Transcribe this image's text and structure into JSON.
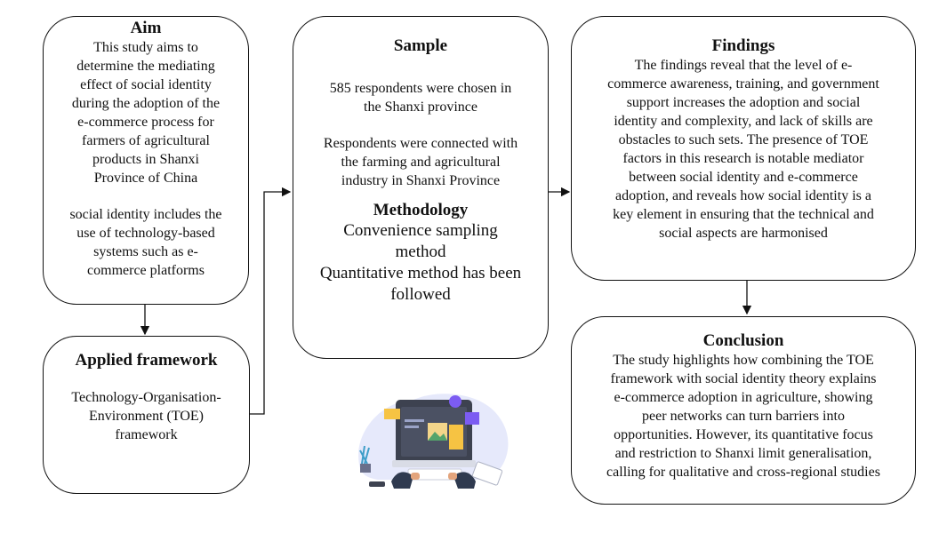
{
  "aim": {
    "title": "Aim",
    "lines1": [
      "This study aims to",
      "determine the mediating",
      "effect of social identity",
      "during the adoption of the",
      "e-commerce process for",
      "farmers of agricultural",
      "products in Shanxi",
      "Province of China"
    ],
    "lines2": [
      "social identity includes the",
      "use of technology-based",
      "systems such as e-",
      "commerce platforms"
    ]
  },
  "framework": {
    "title": "Applied framework",
    "lines": [
      "Technology-Organisation-",
      "Environment (TOE)",
      "framework"
    ]
  },
  "sample": {
    "title": "Sample",
    "lines1": [
      "585 respondents were chosen in",
      "the Shanxi province"
    ],
    "lines2": [
      "Respondents were connected with",
      "the farming and agricultural",
      "industry in Shanxi Province"
    ],
    "methodology_title": "Methodology",
    "methodology_lines": [
      "Convenience sampling",
      "method",
      "Quantitative method has been",
      "followed"
    ]
  },
  "findings": {
    "title": "Findings",
    "lines": [
      "The findings reveal that the level of e-",
      "commerce awareness, training, and government",
      "support increases the adoption and social",
      "identity and complexity, and lack of skills are",
      "obstacles to such sets. The presence of TOE",
      "factors in this research is notable mediator",
      "between social identity and e-commerce",
      "adoption, and reveals how social identity is a",
      "key element in ensuring that the technical and",
      "social aspects are harmonised"
    ]
  },
  "conclusion": {
    "title": "Conclusion",
    "lines": [
      "The study highlights how combining the TOE",
      "framework with social identity theory explains",
      "e-commerce adoption in agriculture, showing",
      "peer networks can turn barriers into",
      "opportunities. However, its quantitative focus",
      "and restriction to Shanxi limit generalisation,",
      "calling for qualitative and cross-regional studies"
    ]
  },
  "colors": {
    "stroke": "#111111",
    "illustration_bg": "#e6e9fb",
    "screen": "#3d4250",
    "accent_yellow": "#f6c343",
    "accent_purple": "#7c5cf2"
  },
  "illustration_icon": "laptop-work-illustration"
}
